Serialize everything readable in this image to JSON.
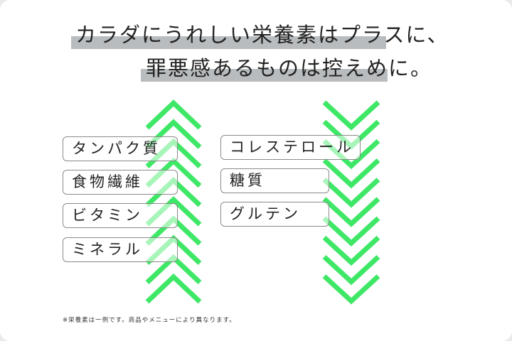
{
  "headline": {
    "line1": "カラダにうれしい栄養素はプラスに、",
    "line2": "罪悪感あるものは控えめに。"
  },
  "plus_items": [
    "タンパク質",
    "食物繊維",
    "ビタミン",
    "ミネラル"
  ],
  "minus_items": [
    "コレステロール",
    "糖質",
    "グルテン"
  ],
  "footnote": "※栄養素は一例です。商品やメニューにより異なります。",
  "icons": {
    "plus_column": "chevron-up-icon",
    "minus_column": "chevron-down-icon"
  },
  "colors": {
    "chevron": "#3ee866",
    "highlight_bar": "#b9bcbe"
  }
}
